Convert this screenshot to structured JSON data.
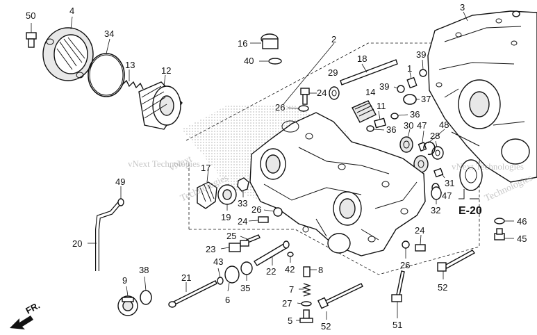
{
  "diagram": {
    "watermark_line1": "vNext Technologies",
    "watermark_line2": "Technologies",
    "watermark_line3": "vNext",
    "watermark_line4": "Technologies",
    "watermark_line5": "vNext Technologies",
    "reference": "E-20",
    "front_label": "FR.",
    "numbers": {
      "n1": "1",
      "n2": "2",
      "n3": "3",
      "n4": "4",
      "n5": "5",
      "n6": "6",
      "n7": "7",
      "n8": "8",
      "n9": "9",
      "n11": "11",
      "n12": "12",
      "n13": "13",
      "n14": "14",
      "n16": "16",
      "n17": "17",
      "n18": "18",
      "n19": "19",
      "n20": "20",
      "n21": "21",
      "n22": "22",
      "n23": "23",
      "n24a": "24",
      "n24b": "24",
      "n24c": "24",
      "n25": "25",
      "n26a": "26",
      "n26b": "26",
      "n26c": "26",
      "n27": "27",
      "n28": "28",
      "n29": "29",
      "n30": "30",
      "n31": "31",
      "n32": "32",
      "n33": "33",
      "n34": "34",
      "n35": "35",
      "n36a": "36",
      "n36b": "36",
      "n37": "37",
      "n38": "38",
      "n39a": "39",
      "n39b": "39",
      "n40": "40",
      "n42": "42",
      "n43": "43",
      "n45": "45",
      "n46": "46",
      "n47a": "47",
      "n47b": "47",
      "n48": "48",
      "n49": "49",
      "n50": "50",
      "n51": "51",
      "n52a": "52",
      "n52b": "52"
    }
  }
}
